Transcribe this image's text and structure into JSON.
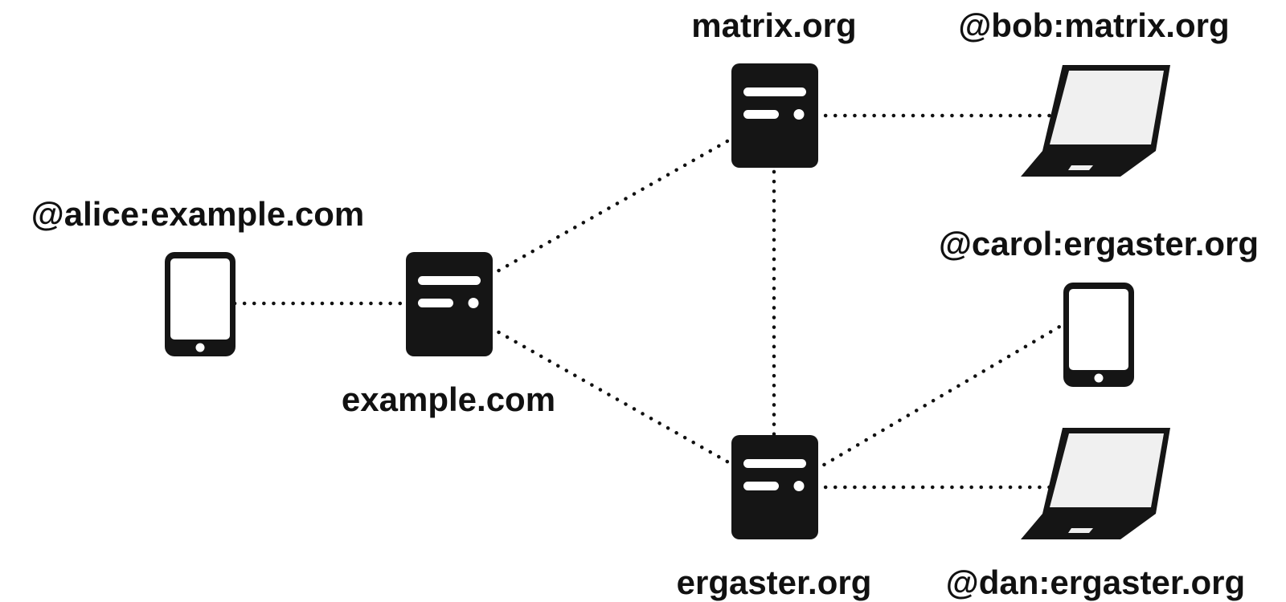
{
  "diagram": {
    "nodes": {
      "alice_device": {
        "label": "@alice:example.com",
        "icon": "tablet-icon"
      },
      "example_server": {
        "label": "example.com",
        "icon": "server-icon"
      },
      "matrix_server": {
        "label": "matrix.org",
        "icon": "server-icon"
      },
      "ergaster_server": {
        "label": "ergaster.org",
        "icon": "server-icon"
      },
      "bob_device": {
        "label": "@bob:matrix.org",
        "icon": "laptop-icon"
      },
      "carol_device": {
        "label": "@carol:ergaster.org",
        "icon": "tablet-icon"
      },
      "dan_device": {
        "label": "@dan:ergaster.org",
        "icon": "laptop-icon"
      }
    },
    "links": [
      {
        "from": "alice_device",
        "to": "example_server"
      },
      {
        "from": "example_server",
        "to": "matrix_server"
      },
      {
        "from": "example_server",
        "to": "ergaster_server"
      },
      {
        "from": "matrix_server",
        "to": "ergaster_server"
      },
      {
        "from": "matrix_server",
        "to": "bob_device"
      },
      {
        "from": "ergaster_server",
        "to": "carol_device"
      },
      {
        "from": "ergaster_server",
        "to": "dan_device"
      }
    ],
    "colors": {
      "icon_fill": "#151515",
      "screen_fill": "#f0f0f0",
      "line": "#111111"
    }
  }
}
